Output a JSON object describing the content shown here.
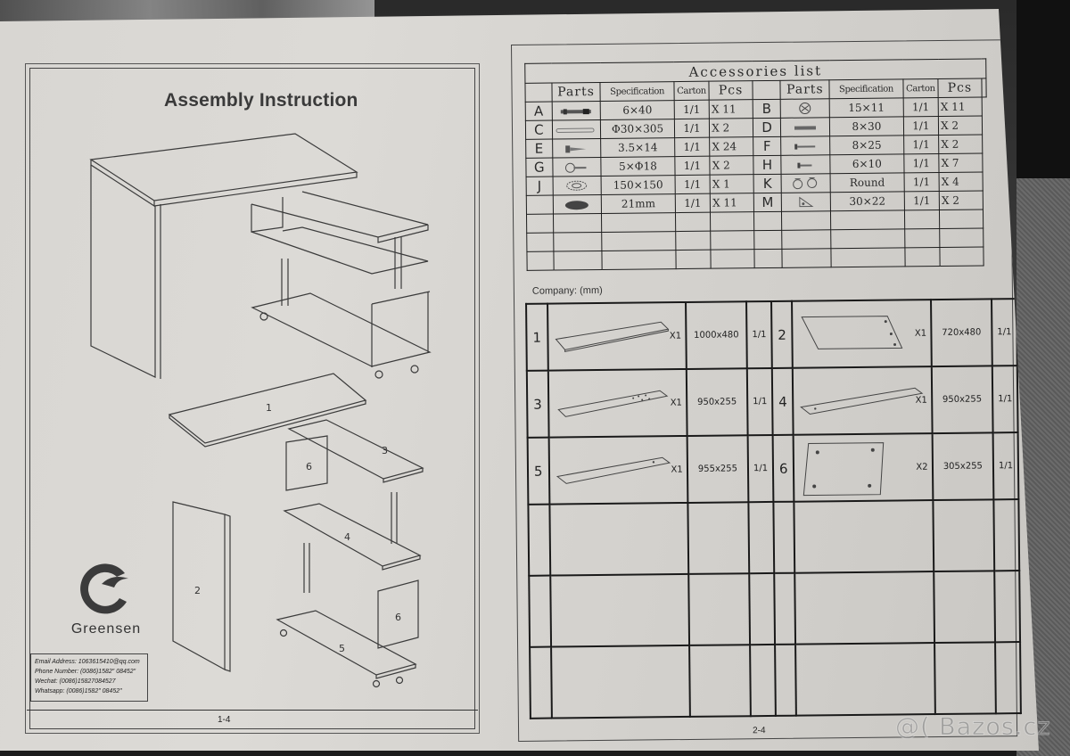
{
  "left_page": {
    "title": "Assembly Instruction",
    "page_number": "1-4",
    "exploded_labels": [
      "1",
      "3",
      "6",
      "2",
      "4",
      "6",
      "5"
    ],
    "brand": {
      "name": "Greensen"
    },
    "contact": {
      "email": "Email Address: 1063615410@qq.com",
      "phone": "Phone Number: (0086)1582″ 08452″",
      "wechat": "Wechat: (0086)15827084527",
      "whatsapp": "Whatsapp: (0086)1582″ 08452″"
    }
  },
  "right_page": {
    "page_number": "2-4",
    "accessories": {
      "title": "Accessories list",
      "headers": {
        "parts": "Parts",
        "specification": "Specification",
        "carton": "Carton",
        "pcs": "Pcs"
      },
      "left_items": [
        {
          "letter": "A",
          "icon": "dowel-screw-icon",
          "spec": "6×40",
          "carton": "1/1",
          "pcs": "X 11"
        },
        {
          "letter": "C",
          "icon": "metal-pole-icon",
          "spec": "Φ30×305",
          "carton": "1/1",
          "pcs": "X 2"
        },
        {
          "letter": "E",
          "icon": "wood-screw-icon",
          "spec": "3.5×14",
          "carton": "1/1",
          "pcs": "X 24"
        },
        {
          "letter": "G",
          "icon": "cam-bolt-icon",
          "spec": "5×Φ18",
          "carton": "1/1",
          "pcs": "X 2"
        },
        {
          "letter": "J",
          "icon": "swivel-plate-icon",
          "spec": "150×150",
          "carton": "1/1",
          "pcs": "X 1"
        },
        {
          "letter": "",
          "icon": "cap-cover-icon",
          "spec": "21mm",
          "carton": "1/1",
          "pcs": "X 11"
        }
      ],
      "right_items": [
        {
          "letter": "B",
          "icon": "cam-lock-icon",
          "spec": "15×11",
          "carton": "1/1",
          "pcs": "X 11"
        },
        {
          "letter": "D",
          "icon": "wood-dowel-icon",
          "spec": "8×30",
          "carton": "1/1",
          "pcs": "X 2"
        },
        {
          "letter": "F",
          "icon": "bolt-long-icon",
          "spec": "8×25",
          "carton": "1/1",
          "pcs": "X 2"
        },
        {
          "letter": "H",
          "icon": "bolt-short-icon",
          "spec": "6×10",
          "carton": "1/1",
          "pcs": "X 7"
        },
        {
          "letter": "K",
          "icon": "caster-wheel-icon",
          "spec": "Round",
          "carton": "1/1",
          "pcs": "X 4"
        },
        {
          "letter": "M",
          "icon": "corner-bracket-icon",
          "spec": "30×22",
          "carton": "1/1",
          "pcs": "X 2"
        }
      ],
      "empty_rows": 3
    },
    "panels": {
      "label": "Company: (mm)",
      "rows": [
        [
          {
            "num": "1",
            "qty": "X1",
            "size": "1000x480",
            "carton": "1/1"
          },
          {
            "num": "2",
            "qty": "X1",
            "size": "720x480",
            "carton": "1/1"
          }
        ],
        [
          {
            "num": "3",
            "qty": "X1",
            "size": "950x255",
            "carton": "1/1"
          },
          {
            "num": "4",
            "qty": "X1",
            "size": "950x255",
            "carton": "1/1"
          }
        ],
        [
          {
            "num": "5",
            "qty": "X1",
            "size": "955x255",
            "carton": "1/1"
          },
          {
            "num": "6",
            "qty": "X2",
            "size": "305x255",
            "carton": "1/1"
          }
        ]
      ],
      "empty_rows": 3
    }
  },
  "watermark": "@( Bazos.cz"
}
